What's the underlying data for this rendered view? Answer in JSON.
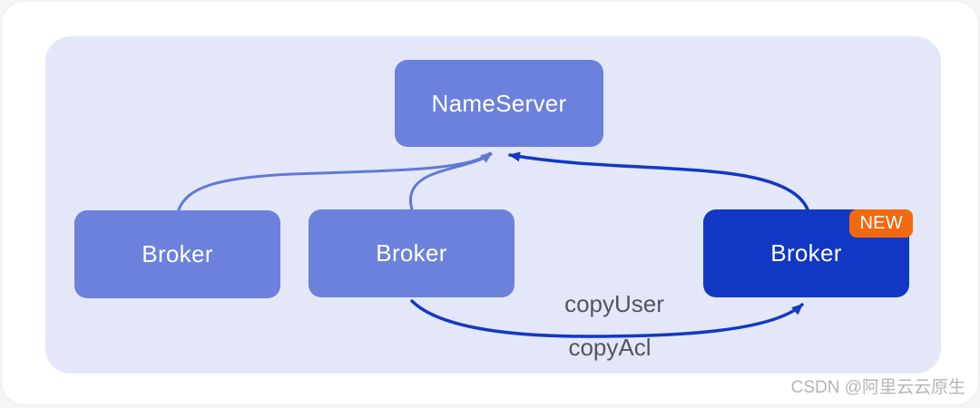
{
  "diagram": {
    "nodes": [
      {
        "id": "nameserver",
        "label": "NameServer",
        "style": "light"
      },
      {
        "id": "broker-left",
        "label": "Broker",
        "style": "light"
      },
      {
        "id": "broker-middle",
        "label": "Broker",
        "style": "light"
      },
      {
        "id": "broker-new",
        "label": "Broker",
        "style": "dark",
        "badge": "NEW"
      }
    ],
    "edges": [
      {
        "from": "broker-left",
        "to": "nameserver",
        "style": "light"
      },
      {
        "from": "broker-middle",
        "to": "nameserver",
        "style": "light"
      },
      {
        "from": "broker-new",
        "to": "nameserver",
        "style": "dark"
      },
      {
        "from": "broker-middle",
        "to": "broker-new",
        "style": "dark",
        "labels": [
          "copyUser",
          "copyAcl"
        ]
      }
    ],
    "edge_labels": {
      "copy_user": "copyUser",
      "copy_acl": "copyAcl"
    }
  },
  "watermark": "CSDN @阿里云云原生",
  "colors": {
    "panel_bg": "#e3e7f8",
    "node_blue": "#6b81db",
    "node_dark_blue": "#1138c5",
    "badge_orange": "#f2690f",
    "edge_light": "#6079d6",
    "edge_dark": "#1238c4",
    "edge_label_text": "#54565c",
    "watermark_text": "#b5b5b8"
  }
}
